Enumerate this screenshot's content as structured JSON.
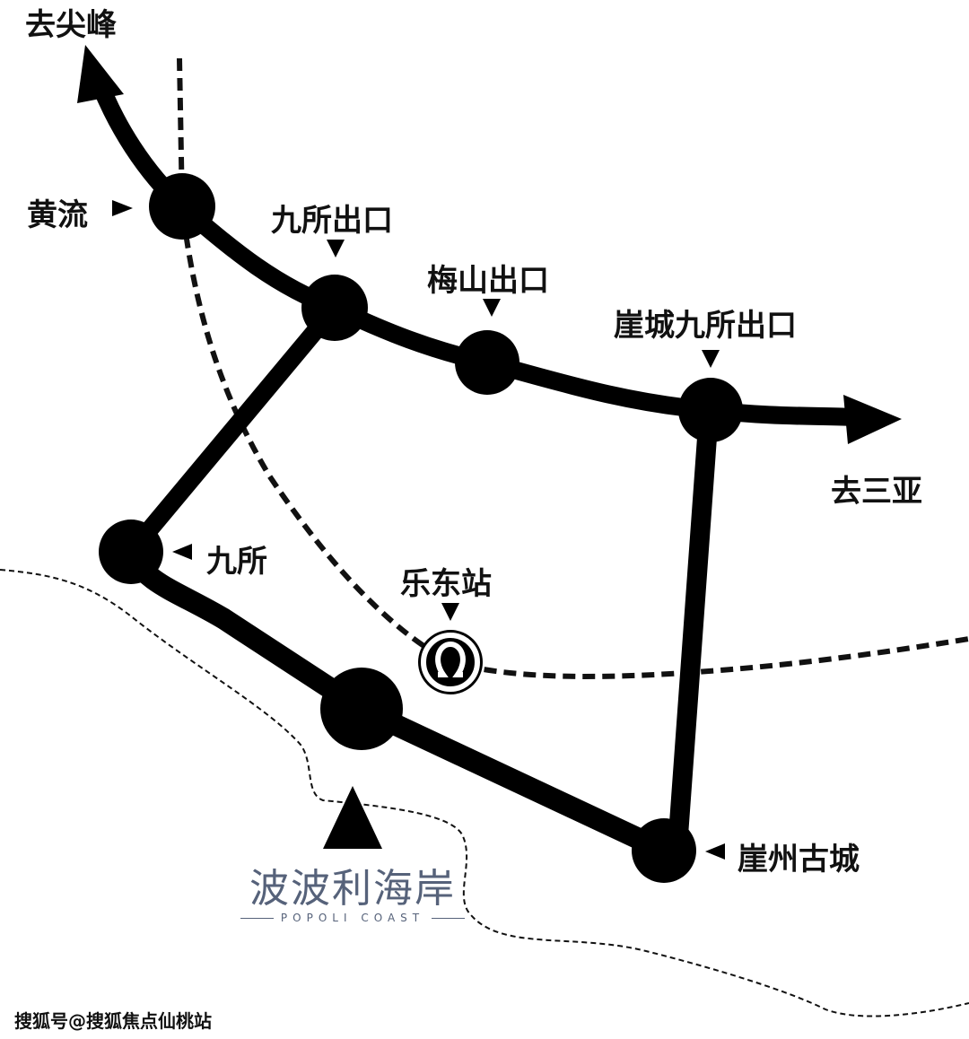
{
  "labels": {
    "to_jianfeng": "去尖峰",
    "huangliu": "黄流",
    "jiusuo_exit": "九所出口",
    "meishan_exit": "梅山出口",
    "yacheng_jiusuo_exit": "崖城九所出口",
    "to_sanya": "去三亚",
    "jiusuo": "九所",
    "ledong_station": "乐东站",
    "yazhou_old_town": "崖州古城"
  },
  "logo": {
    "name_cn": "波波利海岸",
    "name_en": "POPOLI COAST"
  },
  "watermark": "搜狐号@搜狐焦点仙桃站",
  "colors": {
    "road": "#000000",
    "logo": "#56627a"
  }
}
